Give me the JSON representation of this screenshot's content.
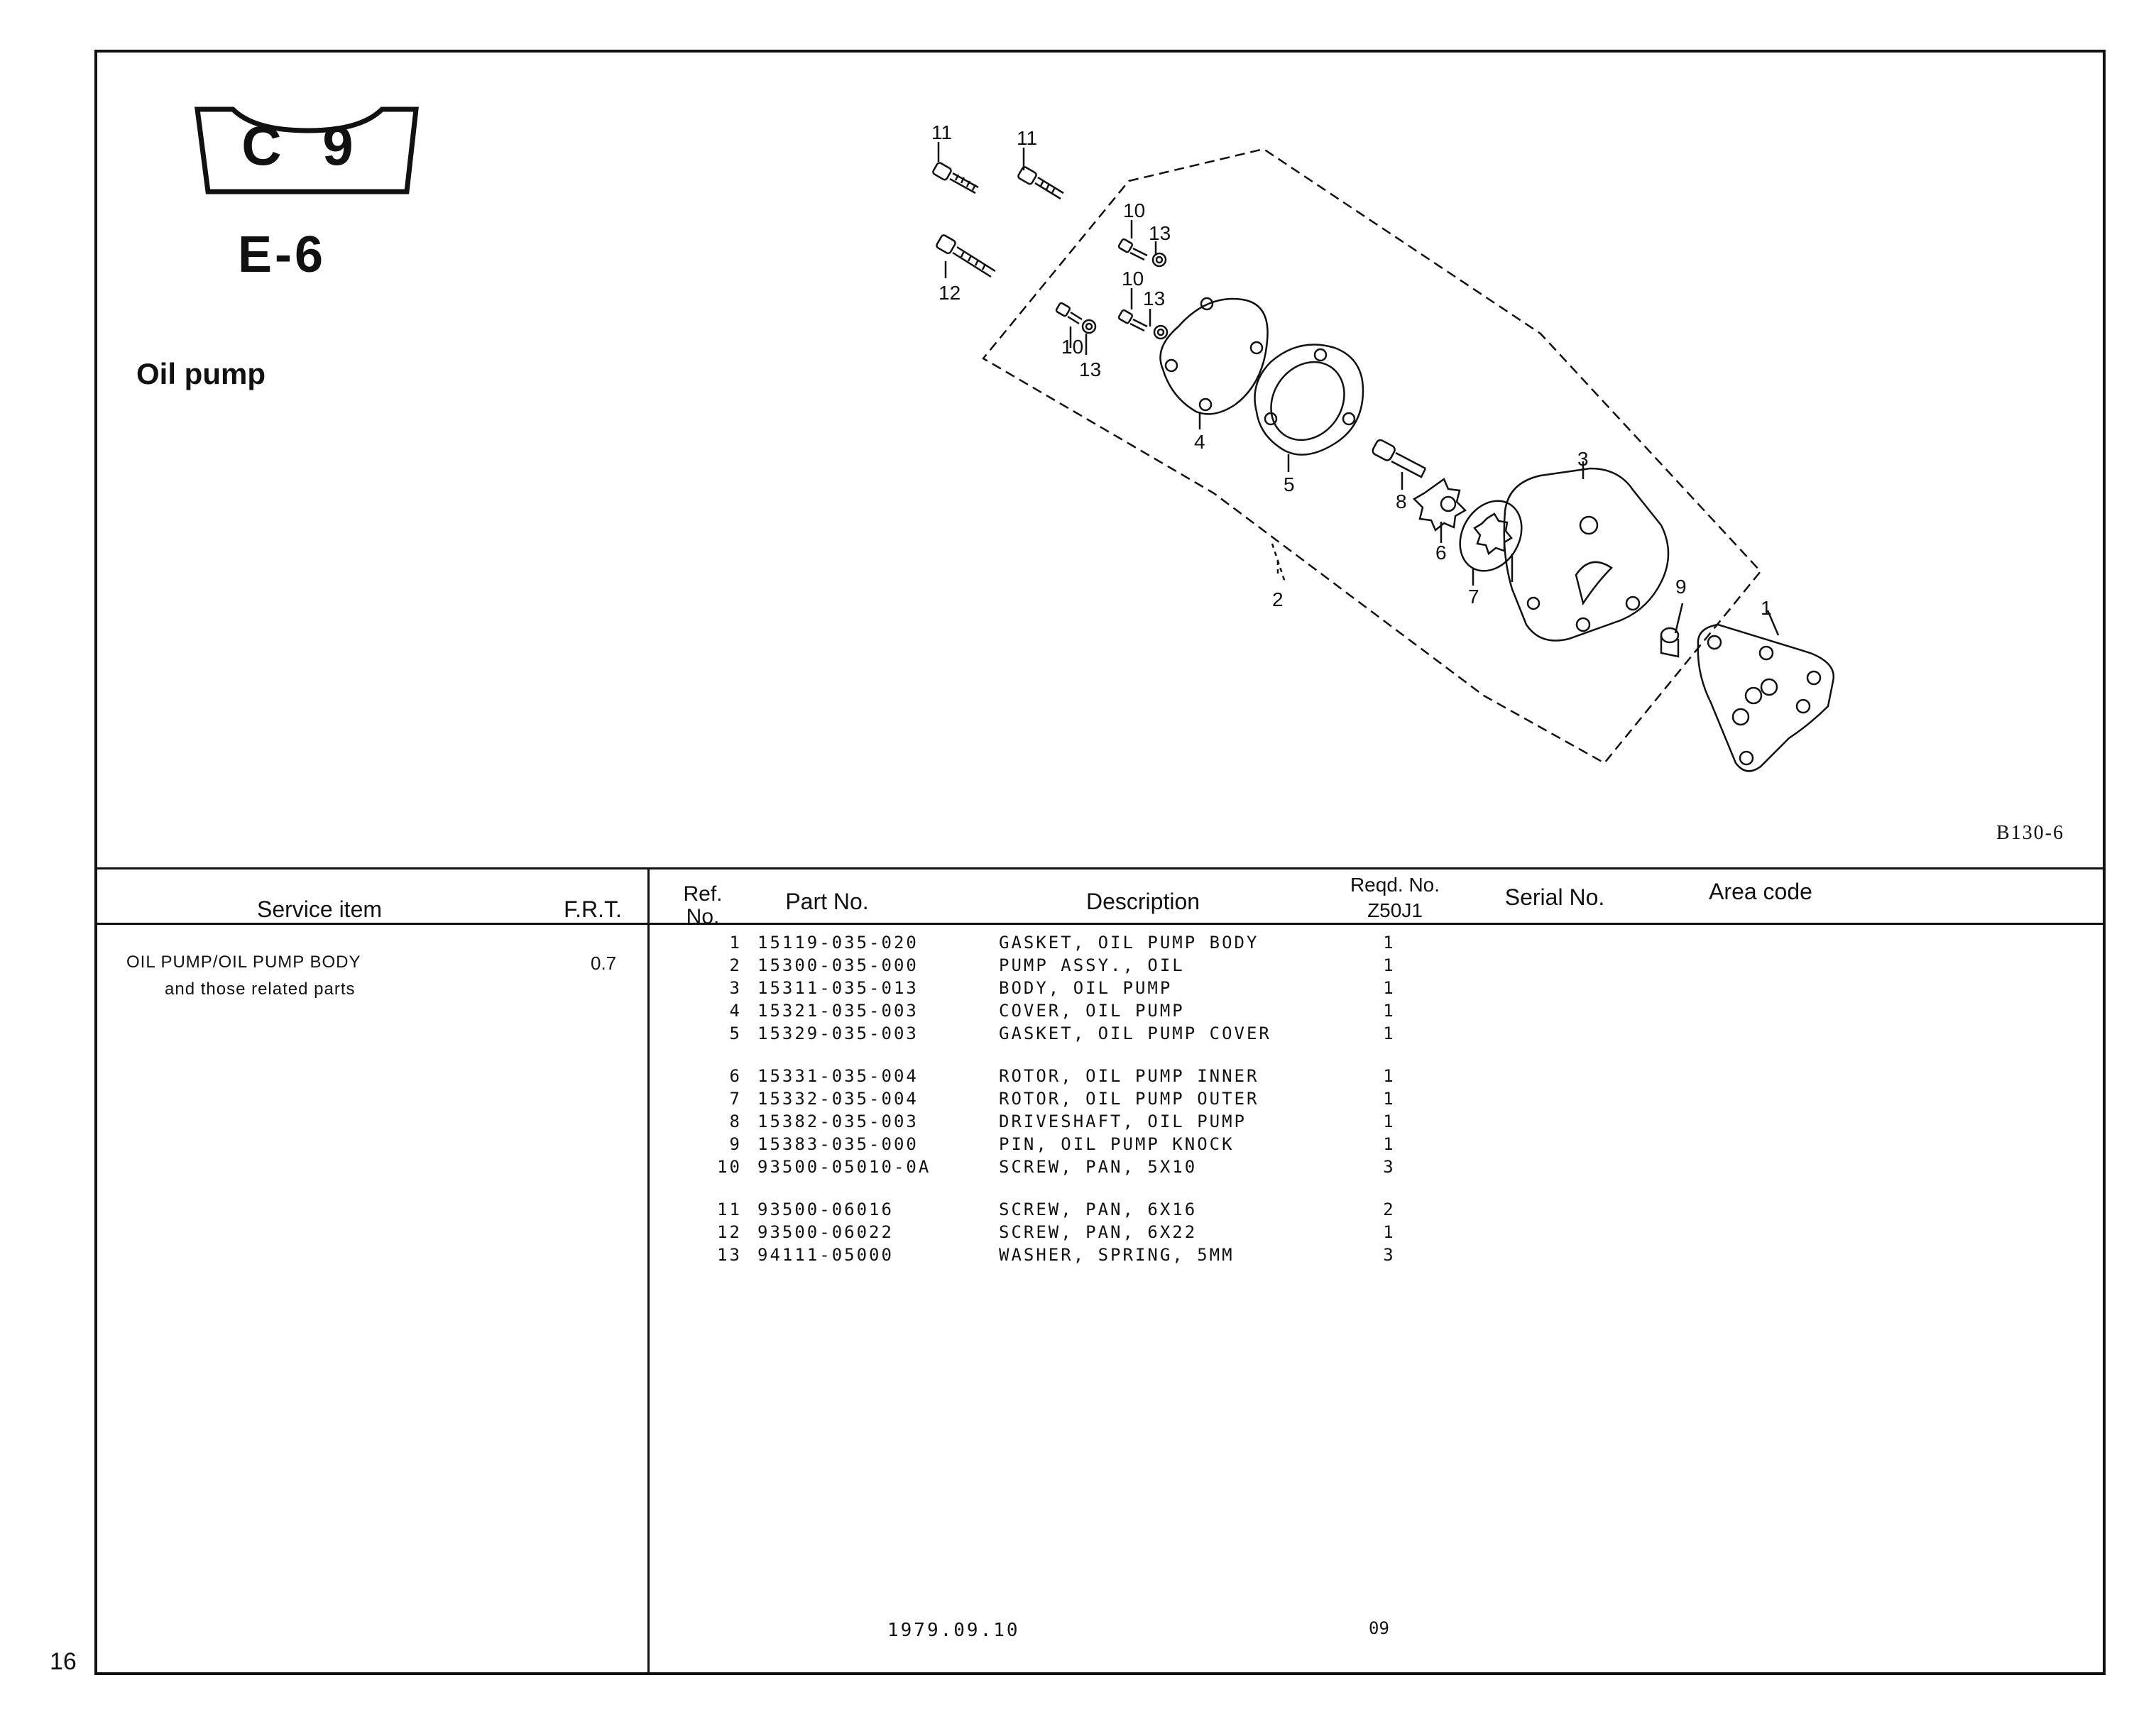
{
  "page": {
    "number": "16"
  },
  "header": {
    "model_code": "C 9",
    "section_code": "E-6",
    "title": "Oil pump"
  },
  "diagram": {
    "figure_code": "B130-6",
    "callouts": [
      "1",
      "2",
      "3",
      "4",
      "5",
      "6",
      "7",
      "8",
      "9",
      "10",
      "10",
      "10",
      "11",
      "11",
      "12",
      "13",
      "13",
      "13"
    ]
  },
  "table": {
    "headers": {
      "service_item": "Service item",
      "frt": "F.R.T.",
      "ref_no": "Ref. No.",
      "part_no": "Part No.",
      "description": "Description",
      "reqd_no": "Reqd. No.",
      "reqd_model": "Z50J1",
      "serial_no": "Serial No.",
      "area_code": "Area code"
    },
    "service": {
      "name": "OIL PUMP/OIL PUMP BODY",
      "sub": "and those related parts",
      "frt": "0.7"
    },
    "parts": [
      {
        "ref": "1",
        "part": "15119-035-020",
        "desc": "GASKET, OIL PUMP BODY",
        "qty": "1"
      },
      {
        "ref": "2",
        "part": "15300-035-000",
        "desc": "PUMP ASSY., OIL",
        "qty": "1"
      },
      {
        "ref": "3",
        "part": "15311-035-013",
        "desc": "BODY, OIL PUMP",
        "qty": "1"
      },
      {
        "ref": "4",
        "part": "15321-035-003",
        "desc": "COVER, OIL PUMP",
        "qty": "1"
      },
      {
        "ref": "5",
        "part": "15329-035-003",
        "desc": "GASKET, OIL PUMP COVER",
        "qty": "1"
      },
      {
        "ref": "6",
        "part": "15331-035-004",
        "desc": "ROTOR, OIL PUMP INNER",
        "qty": "1"
      },
      {
        "ref": "7",
        "part": "15332-035-004",
        "desc": "ROTOR, OIL PUMP OUTER",
        "qty": "1"
      },
      {
        "ref": "8",
        "part": "15382-035-003",
        "desc": "DRIVESHAFT, OIL PUMP",
        "qty": "1"
      },
      {
        "ref": "9",
        "part": "15383-035-000",
        "desc": "PIN, OIL PUMP KNOCK",
        "qty": "1"
      },
      {
        "ref": "10",
        "part": "93500-05010-0A",
        "desc": "SCREW, PAN, 5X10",
        "qty": "3"
      },
      {
        "ref": "11",
        "part": "93500-06016",
        "desc": "SCREW, PAN, 6X16",
        "qty": "2"
      },
      {
        "ref": "12",
        "part": "93500-06022",
        "desc": "SCREW, PAN, 6X22",
        "qty": "1"
      },
      {
        "ref": "13",
        "part": "94111-05000",
        "desc": "WASHER, SPRING, 5MM",
        "qty": "3"
      }
    ]
  },
  "footer": {
    "date": "1979.09.10",
    "code": "09"
  }
}
